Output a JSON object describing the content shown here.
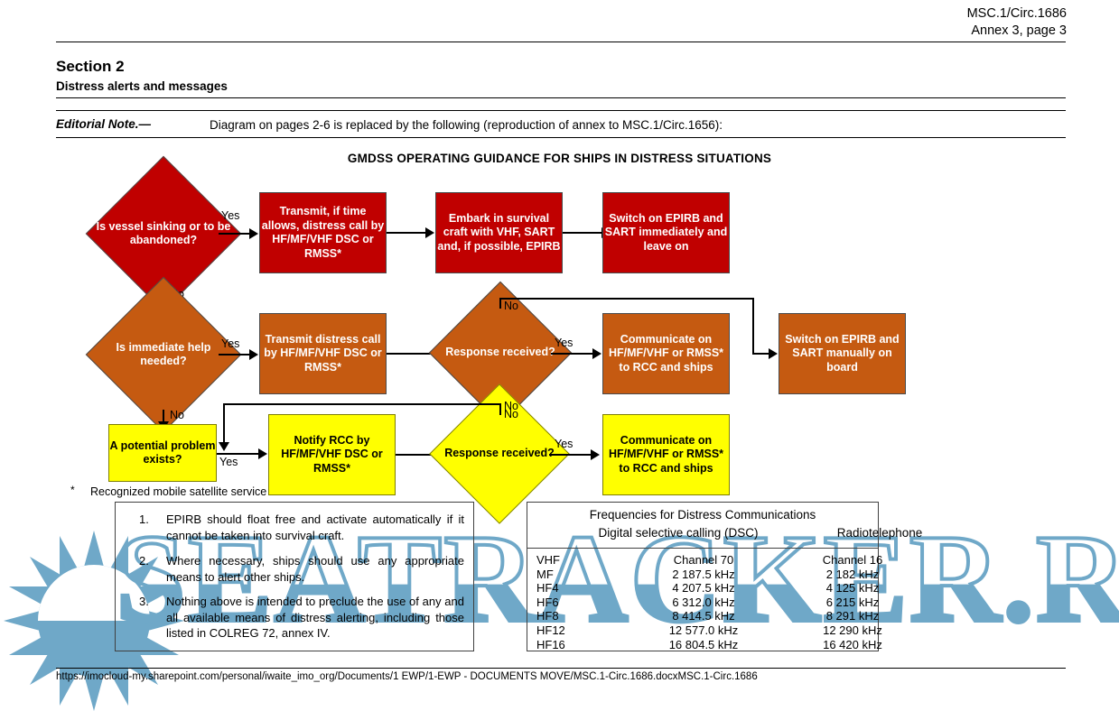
{
  "header": {
    "doc_ref": "MSC.1/Circ.1686",
    "annex_page": "Annex 3, page 3"
  },
  "section": {
    "title": "Section 2",
    "subtitle": "Distress alerts and messages"
  },
  "editorial_note": {
    "label": "Editorial Note.—",
    "text": "Diagram on pages 2-6 is replaced by the following (reproduction of annex to MSC.1/Circ.1656):"
  },
  "diagram": {
    "title": "GMDSS OPERATING GUIDANCE FOR SHIPS IN DISTRESS SITUATIONS",
    "colors": {
      "red": "#C00000",
      "orange": "#C55A11",
      "yellow": "#FFFF00"
    },
    "nodes": {
      "d1": "Is vessel sinking or to be abandoned?",
      "r1b1": "Transmit, if time allows, distress call by HF/MF/VHF DSC or RMSS*",
      "r1b2": "Embark in survival craft with VHF, SART and, if possible, EPIRB",
      "r1b3": "Switch on EPIRB and SART immediately and leave on",
      "d2": "Is immediate help needed?",
      "r2b1": "Transmit distress call by HF/MF/VHF DSC or RMSS*",
      "d2r": "Response received?",
      "r2b2": "Communicate on HF/MF/VHF  or RMSS* to RCC and ships",
      "r2b3": "Switch on EPIRB and SART manually on board",
      "d3": "A potential problem exists?",
      "r3b1": "Notify RCC by HF/MF/VHF DSC or RMSS*",
      "d3r": "Response received?",
      "r3b2": "Communicate on HF/MF/VHF  or RMSS* to RCC and ships"
    },
    "edge_labels": {
      "yes1": "Yes",
      "no1": "No",
      "yes2": "Yes",
      "no2": "No",
      "yes2r": "Yes",
      "no2r_top": "No",
      "no2r_bottom": "No",
      "yes3": "Yes",
      "yes3r": "Yes",
      "no3r": "No"
    }
  },
  "footnote": {
    "marker": "*",
    "text": "Recognized mobile satellite service"
  },
  "notes": [
    {
      "num": "1.",
      "text": "EPIRB should float free and activate automatically if it cannot be taken into survival craft."
    },
    {
      "num": "2.",
      "text": "Where necessary, ships should use any appropriate means to alert other ships."
    },
    {
      "num": "3.",
      "text": "Nothing above is intended to preclude the use of any and all available means of distress alerting, including those listed in COLREG 72, annex IV."
    }
  ],
  "frequencies": {
    "title": "Frequencies for Distress Communications",
    "col_dsc": "Digital selective calling (DSC)",
    "col_rt": "Radiotelephone",
    "rows": [
      {
        "band": "VHF",
        "dsc": "Channel 70",
        "rt": "Channel 16"
      },
      {
        "band": "MF",
        "dsc": "2 187.5 kHz",
        "rt": "2 182 kHz"
      },
      {
        "band": "HF4",
        "dsc": "4 207.5 kHz",
        "rt": "4 125 kHz"
      },
      {
        "band": "HF6",
        "dsc": "6 312.0 kHz",
        "rt": "6 215 kHz"
      },
      {
        "band": "HF8",
        "dsc": "8 414.5 kHz",
        "rt": "8 291 kHz"
      },
      {
        "band": "HF12",
        "dsc": "12 577.0 kHz",
        "rt": "12 290 kHz"
      },
      {
        "band": "HF16",
        "dsc": "16 804.5 kHz",
        "rt": "16 420 kHz"
      }
    ]
  },
  "footer": {
    "url": "https://imocloud-my.sharepoint.com/personal/iwaite_imo_org/Documents/1 EWP/1-EWP - DOCUMENTS MOVE/MSC.1-Circ.1686.docxMSC.1-Circ.1686"
  },
  "watermark": {
    "text": "SEATRACKER.RU",
    "color": "#6fa8c8"
  }
}
